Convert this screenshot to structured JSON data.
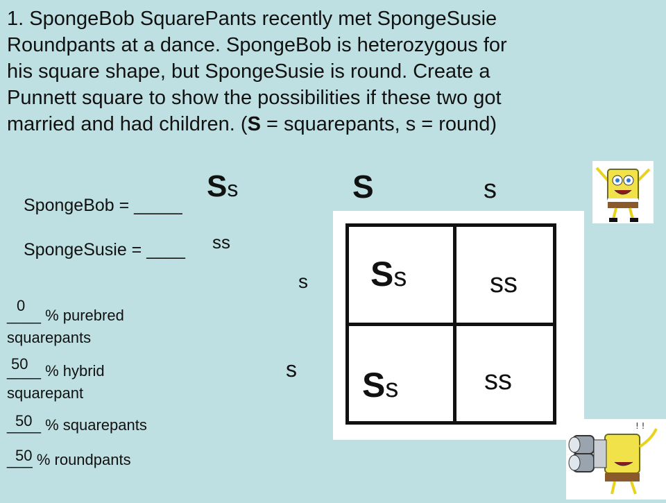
{
  "question": {
    "lines": [
      "1.  SpongeBob SquarePants recently met SpongeSusie",
      "Roundpants at a dance.  SpongeBob is heterozygous for",
      "his square shape, but SpongeSusie is round.  Create a",
      "Punnett square to show the possibilities if these two got"
    ],
    "last_line_a": "married and had children.  (",
    "last_line_bold": "S",
    "last_line_b": " = squarepants, s = round)"
  },
  "genotypes": {
    "spongebob_label": "SpongeBob  = ",
    "spongebob_blank": "_____",
    "spongebob_big": "S",
    "spongebob_small": "s",
    "spongesusie_label": "SpongeSusie = ",
    "spongesusie_blank": "____",
    "spongesusie_value": "ss"
  },
  "punnett": {
    "top_allele_1": "S",
    "top_allele_2": "s",
    "left_allele_1": "s",
    "left_allele_2": "s",
    "cells": [
      {
        "big": "S",
        "small": "s"
      },
      {
        "text": "ss"
      },
      {
        "big": "S",
        "small": "s"
      },
      {
        "text": "ss"
      }
    ]
  },
  "percentages": [
    {
      "value": "0",
      "blank": "____",
      "label": " % purebred",
      "label2": "squarepants"
    },
    {
      "value": "50",
      "blank": "____",
      "label": " % hybrid",
      "label2": "squarepant"
    },
    {
      "value": "50",
      "blank": "____",
      "label": " % squarepants"
    },
    {
      "value": "50",
      "blank": "___",
      "label": " % roundpants"
    }
  ]
}
